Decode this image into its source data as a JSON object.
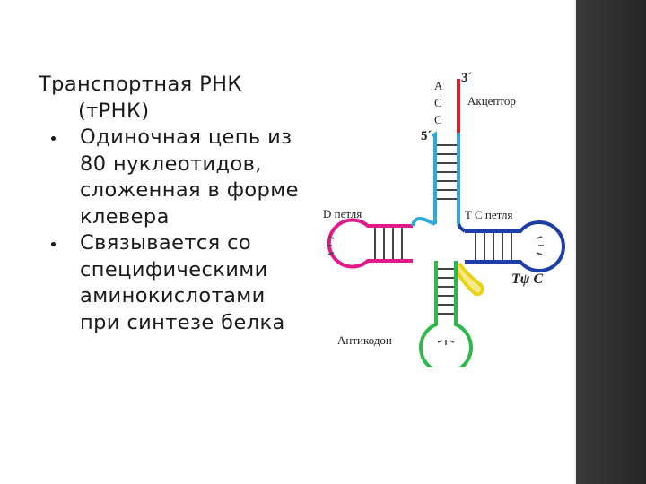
{
  "slide": {
    "title_line1": "Транспортная РНК",
    "title_line2": "(тРНК)",
    "bullets": [
      "Одиночная цепь из 80 нуклеотидов, сложенная в форме клевера",
      "Связывается со специфическими аминокислотами при синтезе белка"
    ]
  },
  "diagram": {
    "end3_label": "3´",
    "end5_label": "5´",
    "acceptor_bases": [
      "A",
      "C",
      "C"
    ],
    "acceptor_label": "Акцептор",
    "d_loop_label": "D петля",
    "tc_loop_label": "T C петля",
    "tpsic_label": "Tψ C",
    "anticodon_label": "Антикодон",
    "colors": {
      "acceptor": "#d8201e",
      "stem_5prime": "#2fa8dc",
      "d_arm": "#e01a88",
      "tc_arm": "#1d3ea8",
      "variable_loop": "#e8d21a",
      "anticodon_arm": "#2eb84a"
    }
  }
}
